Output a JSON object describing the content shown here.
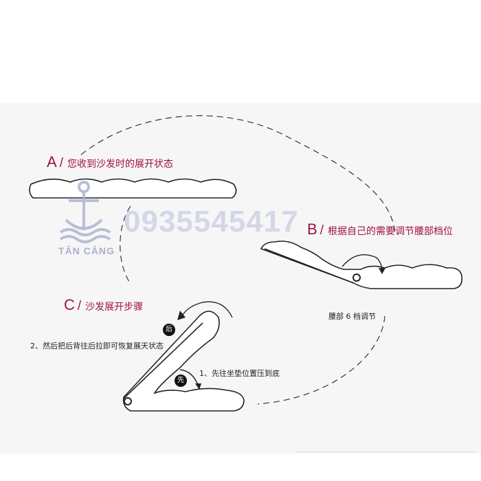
{
  "steps": {
    "a": {
      "letter": "A",
      "slash": "/",
      "text": "您收到沙发时的展开状态"
    },
    "b": {
      "letter": "B",
      "slash": "/",
      "text": "根据自己的需要调节腰部档位"
    },
    "c": {
      "letter": "C",
      "slash": "/",
      "text": "沙发展开步骤"
    }
  },
  "notes": {
    "lumbar": "腰部 6 档调节",
    "step_one": "1、先往坐垫位置压到底",
    "step_two": "2、然后把后背往后拉即可恢复展天状态"
  },
  "markers": {
    "first": "先",
    "after": "后"
  },
  "watermark": {
    "phone": "0935545417",
    "brand": "TÂN CẢNG"
  },
  "colors": {
    "accent": "#a0123a",
    "outline": "#222222",
    "watermark": "#c9cde4"
  }
}
